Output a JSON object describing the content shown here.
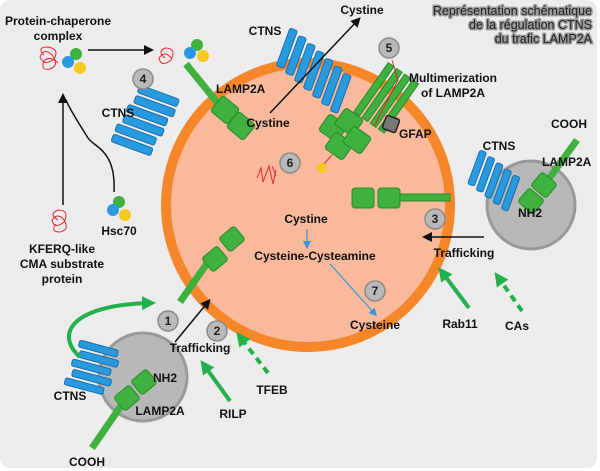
{
  "title": {
    "lines": [
      "Représentation schématique",
      "de la régulation CTNS",
      "du trafic LAMP2A"
    ]
  },
  "labels": {
    "protein_chaperone": [
      "Protein-chaperone",
      "complex"
    ],
    "kferq": [
      "KFERQ-like",
      "CMA substrate",
      "protein"
    ],
    "hsc70": "Hsc70",
    "ctns": "CTNS",
    "lamp2a": "LAMP2A",
    "cystine_out": "Cystine",
    "cystine_in": "Cystine",
    "multimerization": [
      "Multimerization",
      "of LAMP2A"
    ],
    "gfap": "GFAP",
    "cooh": "COOH",
    "nh2": "NH2",
    "cystine_lumen": "Cystine",
    "cysteine_cysteamine": "Cysteine-Cysteamine",
    "cysteine": "Cysteine",
    "trafficking": "Trafficking",
    "rab11": "Rab11",
    "cas": "CAs",
    "rilp": "RILP",
    "tfeb": "TFEB"
  },
  "steps": [
    "1",
    "2",
    "3",
    "4",
    "5",
    "6",
    "7"
  ],
  "colors": {
    "background": "#ececec",
    "lysosome_fill": "#f9b99a",
    "lysosome_membrane": "#f5862a",
    "vesicle": "#b8b8b8",
    "lamp2a": "#3fb13f",
    "ctns": "#2a9ae0",
    "substrate": "#e8262b",
    "arrow_green": "#22b14c",
    "arrow_blue": "#3399dd"
  }
}
